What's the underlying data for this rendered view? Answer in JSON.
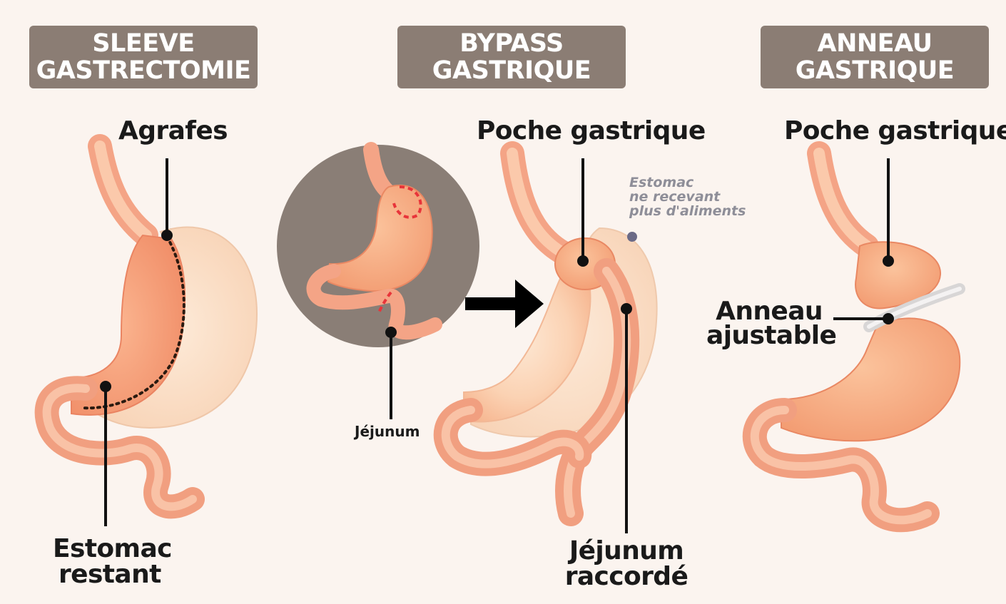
{
  "panels": [
    {
      "title_line1": "SLEEVE",
      "title_line2": "GASTRECTOMIE"
    },
    {
      "title_line1": "BYPASS",
      "title_line2": "GASTRIQUE"
    },
    {
      "title_line1": "ANNEAU",
      "title_line2": "GASTRIQUE"
    }
  ],
  "labels": {
    "agrafes": "Agrafes",
    "estomac_restant_1": "Estomac",
    "estomac_restant_2": "restant",
    "jejunum_small": "Jéjunum",
    "poche_gastrique_bypass": "Poche gastrique",
    "estomac_note_1": "Estomac",
    "estomac_note_2": "ne recevant",
    "estomac_note_3": "plus d'aliments",
    "jejunum_raccorde_1": "Jéjunum",
    "jejunum_raccorde_2": "raccordé",
    "poche_gastrique_anneau": "Poche gastrique",
    "anneau_ajustable_1": "Anneau",
    "anneau_ajustable_2": "ajustable"
  },
  "colors": {
    "background": "#fbf4ef",
    "header": "#8b7d74",
    "stomach_light": "#fde3cb",
    "stomach_mid": "#f9b894",
    "stomach_dark": "#ef8e6a",
    "intestine": "#f4a486",
    "intestine_stroke": "#e07c62",
    "circle_bg": "#8a7e76",
    "staples": "#2a1a10",
    "cut_line": "#e8343a",
    "arrow": "#000000",
    "leader": "#111111"
  }
}
